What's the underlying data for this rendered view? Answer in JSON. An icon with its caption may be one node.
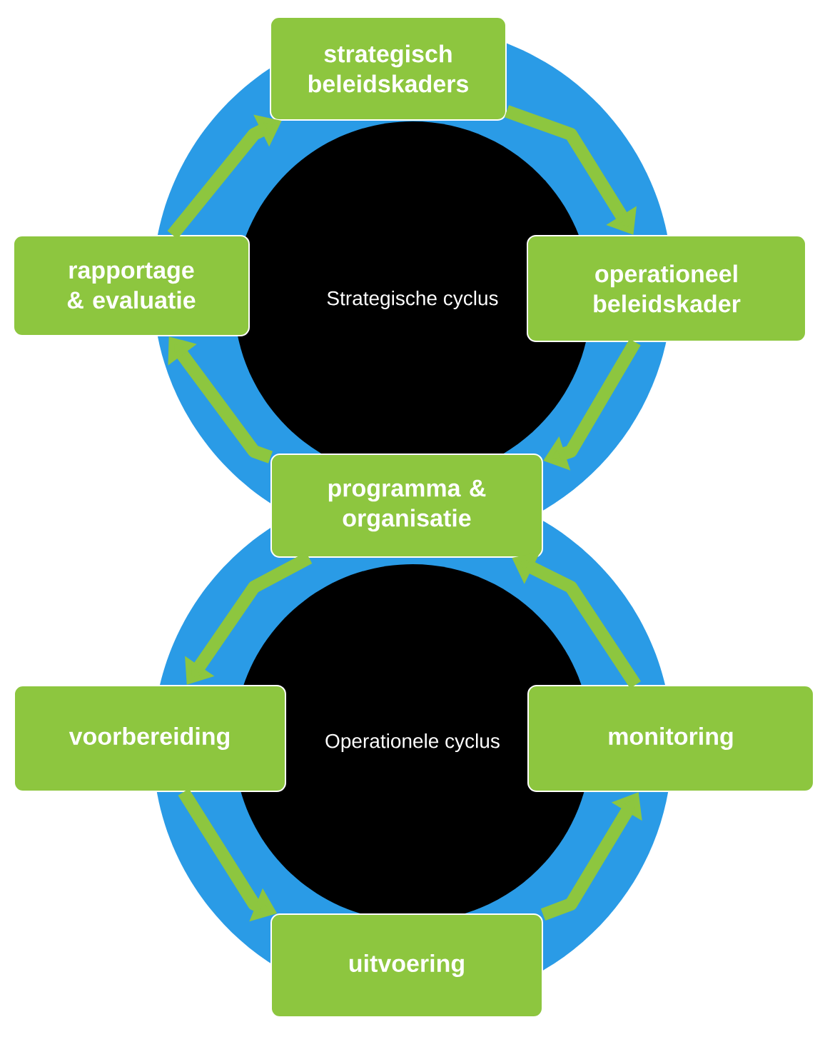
{
  "diagram": {
    "nodes": [
      {
        "text": [
          "strategisch beleidskaders"
        ]
      },
      {
        "text": [
          "rapportage & evaluatie"
        ]
      },
      {
        "text": [
          "Strategische cyclus"
        ]
      },
      {
        "text": [
          "operationeel beleidskader"
        ]
      },
      {
        "text": [
          "programma & organisatie"
        ]
      },
      {
        "text": [
          "voorbereiding"
        ]
      },
      {
        "text": [
          "Operationele cyclus"
        ]
      },
      {
        "text": [
          "monitoring"
        ]
      },
      {
        "text": [
          "uitvoering"
        ]
      }
    ],
    "edges": [
      {
        "from": 0,
        "to": 3,
        "arrow": "to"
      },
      {
        "from": 3,
        "to": 4,
        "arrow": "to"
      },
      {
        "from": 4,
        "to": 1,
        "arrow": "to"
      },
      {
        "from": 1,
        "to": 0,
        "arrow": "to"
      },
      {
        "from": 4,
        "to": 5,
        "arrow": "to"
      },
      {
        "from": 5,
        "to": 8,
        "arrow": "to"
      },
      {
        "from": 8,
        "to": 7,
        "arrow": "to"
      },
      {
        "from": 7,
        "to": 4,
        "arrow": "to"
      }
    ]
  }
}
